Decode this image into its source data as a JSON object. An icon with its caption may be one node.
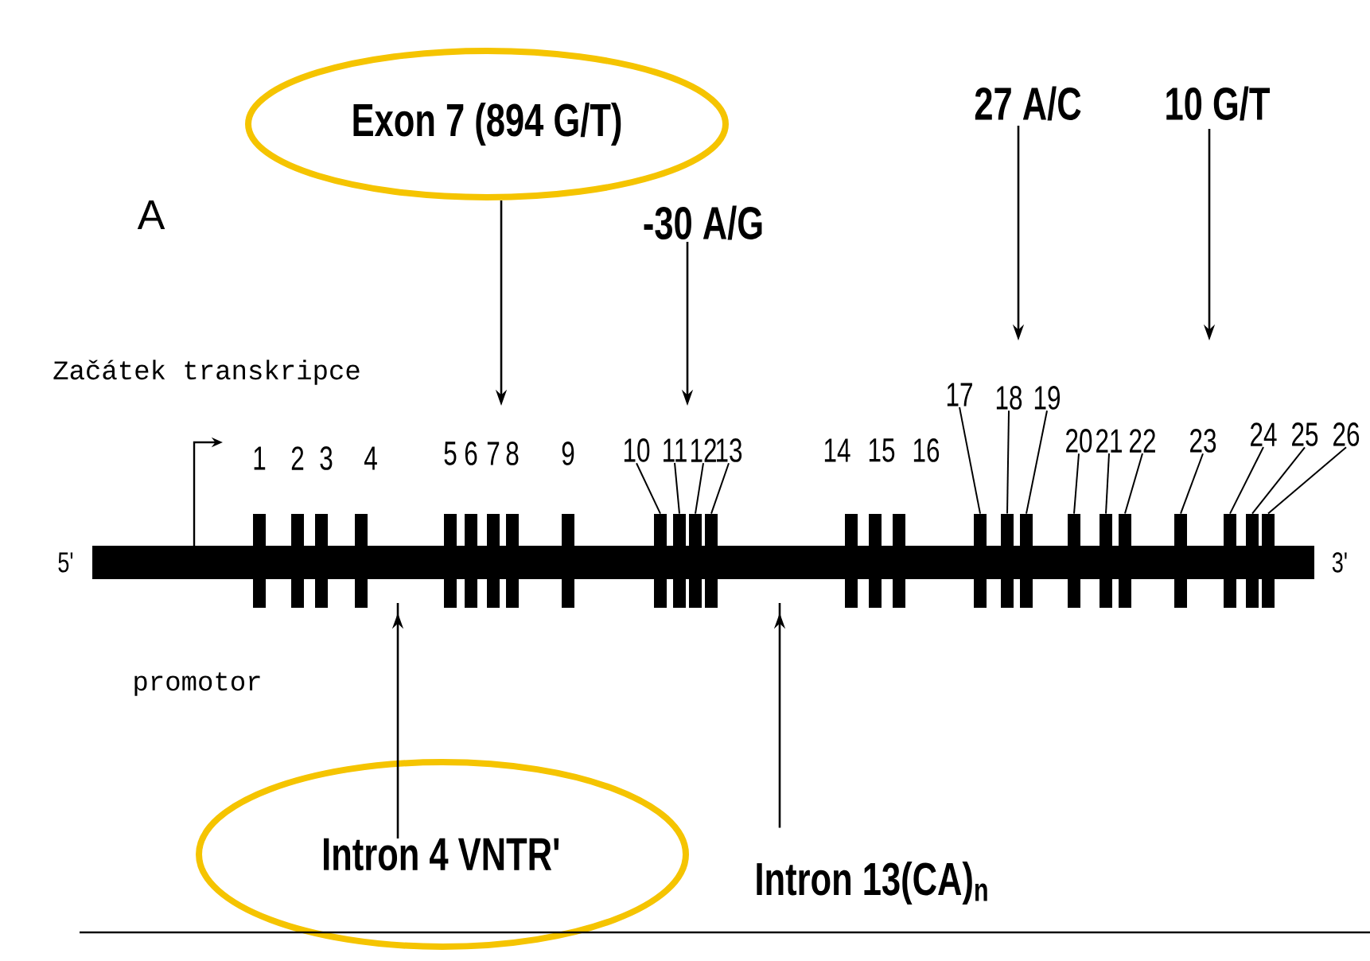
{
  "diagram": {
    "nodes": [
      {
        "text": [
          "Exon 7 (894 G/T)"
        ]
      },
      {
        "text": [
          "-30 A/G"
        ]
      },
      {
        "text": [
          "27 A/C"
        ]
      },
      {
        "text": [
          "10 G/T"
        ]
      },
      {
        "text": [],
        "shape": "bar",
        "beside": [
          "5'",
          "3'"
        ]
      },
      {
        "text": [
          "Intron 4 VNTR'"
        ]
      },
      {
        "text": [
          "Intron 13(CA)$_{n}$"
        ]
      },
      {
        "text": [],
        "shape": "bar"
      },
      {
        "text": [],
        "shape": "bar"
      },
      {
        "text": [],
        "shape": "bar"
      },
      {
        "text": [],
        "shape": "bar"
      },
      {
        "text": [],
        "shape": "bar"
      },
      {
        "text": [],
        "shape": "bar"
      },
      {
        "text": [],
        "shape": "bar"
      },
      {
        "text": [],
        "shape": "bar"
      },
      {
        "text": [],
        "shape": "bar"
      },
      {
        "text": [],
        "shape": "bar"
      },
      {
        "text": [],
        "shape": "bar"
      },
      {
        "text": [],
        "shape": "bar"
      },
      {
        "text": [],
        "shape": "bar"
      },
      {
        "text": [],
        "shape": "bar"
      },
      {
        "text": [],
        "shape": "bar"
      },
      {
        "text": [],
        "shape": "bar"
      },
      {
        "text": [],
        "shape": "bar"
      },
      {
        "text": [],
        "shape": "bar"
      },
      {
        "text": [],
        "shape": "bar"
      },
      {
        "text": [],
        "shape": "bar"
      },
      {
        "text": [],
        "shape": "bar"
      },
      {
        "text": [],
        "shape": "bar"
      },
      {
        "text": [],
        "shape": "bar"
      },
      {
        "text": [],
        "shape": "bar"
      },
      {
        "text": [],
        "shape": "bar"
      },
      {
        "text": [],
        "shape": "bar"
      },
      {
        "text": [
          "1"
        ]
      },
      {
        "text": [
          "2"
        ]
      },
      {
        "text": [
          "3"
        ]
      },
      {
        "text": [
          "4"
        ]
      },
      {
        "text": [
          "5"
        ]
      },
      {
        "text": [
          "6"
        ]
      },
      {
        "text": [
          "7"
        ]
      },
      {
        "text": [
          "8"
        ]
      },
      {
        "text": [
          "9"
        ]
      },
      {
        "text": [
          "10"
        ]
      },
      {
        "text": [
          "11"
        ]
      },
      {
        "text": [
          "12"
        ]
      },
      {
        "text": [
          "13"
        ]
      },
      {
        "text": [
          "14"
        ]
      },
      {
        "text": [
          "15"
        ]
      },
      {
        "text": [
          "16"
        ]
      },
      {
        "text": [
          "17"
        ]
      },
      {
        "text": [
          "18"
        ]
      },
      {
        "text": [
          "19"
        ]
      },
      {
        "text": [
          "20"
        ]
      },
      {
        "text": [
          "21"
        ]
      },
      {
        "text": [
          "22"
        ]
      },
      {
        "text": [
          "23"
        ]
      },
      {
        "text": [
          "24"
        ]
      },
      {
        "text": [
          "25"
        ]
      },
      {
        "text": [
          "26"
        ]
      }
    ],
    "edges": [
      {
        "from": 0,
        "to": null,
        "arrow": "to"
      },
      {
        "from": 1,
        "to": null,
        "arrow": "to"
      },
      {
        "from": 2,
        "to": null,
        "arrow": "to"
      },
      {
        "from": 3,
        "to": null,
        "arrow": "to"
      },
      {
        "from": 5,
        "to": 4,
        "arrow": "to"
      },
      {
        "from": 6,
        "to": 4,
        "arrow": "to"
      },
      {
        "from": 42,
        "to": 16,
        "arrow": "none"
      },
      {
        "from": 43,
        "to": 17,
        "arrow": "none"
      },
      {
        "from": 44,
        "to": 18,
        "arrow": "none"
      },
      {
        "from": 45,
        "to": 19,
        "arrow": "none"
      },
      {
        "from": 49,
        "to": 23,
        "arrow": "none"
      },
      {
        "from": 50,
        "to": 24,
        "arrow": "none"
      },
      {
        "from": 51,
        "to": 25,
        "arrow": "none"
      },
      {
        "from": 52,
        "to": 26,
        "arrow": "none"
      },
      {
        "from": 53,
        "to": 27,
        "arrow": "none"
      },
      {
        "from": 54,
        "to": 28,
        "arrow": "none"
      },
      {
        "from": 55,
        "to": 29,
        "arrow": "none"
      },
      {
        "from": 56,
        "to": 30,
        "arrow": "none"
      },
      {
        "from": 57,
        "to": 31,
        "arrow": "none"
      },
      {
        "from": 58,
        "to": 32,
        "arrow": "none"
      }
    ],
    "labels": [
      "A",
      "Začátek transkripce",
      "promotor"
    ]
  }
}
